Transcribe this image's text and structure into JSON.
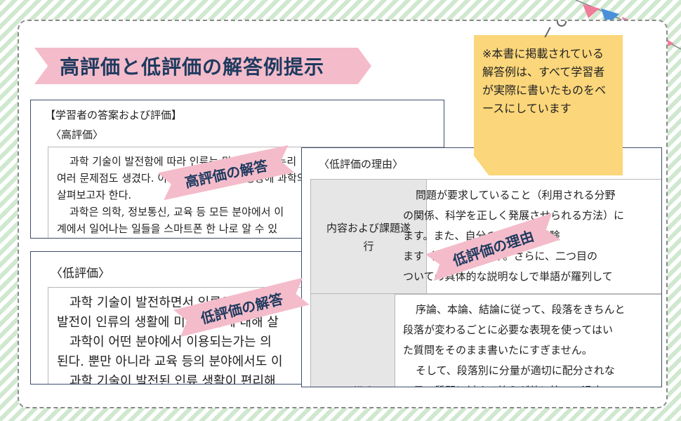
{
  "title": "高評価と低評価の解答例提示",
  "sample_card": {
    "header": "【学習者の答案および評価】",
    "label": "〈高評価〉",
    "lines": [
      "과학 기술이 발전함에 따라 인류는 많은 혜택을 누리",
      "여러 문제점도 생겼다. 이 글에서는 과학의 영향에 과학의",
      "살펴보고자 한다.",
      "과학은 의학, 정보통신, 교육 등 모든 분야에서 이",
      "계에서 일어나는 일들을 스마트폰 한 나로 알 수 있"
    ]
  },
  "low_card": {
    "label": "〈低評価〉",
    "lines": [
      "과학 기술이 발전하면서 인류의 생활이 크게",
      "발전이 인류의 생활에 미친 영향에 대해 살",
      "과학이 어떤 분야에서 이용되는가는 의",
      "된다. 뿐만 아니라 교육 등의 분야에서도 이",
      "과학 기술이 발전된 인류 생활이 편리해"
    ]
  },
  "reason_card": {
    "label": "〈低評価の理由〉",
    "rows": [
      {
        "category": "内容および課題遂行",
        "lines": [
          "問題が要求していること（利用される分野",
          "の関係、科学を正しく発展させられる方法）に",
          "ます。また、自分の個人的な経験",
          "ます（書かれた部分）。さらに、二つ目の",
          "ついての具体的な説明なしで単語が羅列して"
        ]
      },
      {
        "category": "展開構造",
        "lines": [
          "序論、本論、結論に従って、段落をきちんと",
          "段落が変わるごとに必要な表現を使ってはい",
          "た質問をそのまま書いたにすぎません。",
          "そして、段落別に分量が適切に配分されな",
          "つ目の質問に対する答えが他に比べて過度"
        ]
      }
    ]
  },
  "ribbons": {
    "high": "高評価の解答",
    "low": "低評価の解答",
    "reason": "低評価の理由"
  },
  "note": {
    "text": "※本書に掲載されている解答例は、すべて学習者が実際に書いたものをベースにしています"
  },
  "colors": {
    "accent_pink": "#f4bcca",
    "navy": "#1e3a5f",
    "note_yellow": "#fbd67a",
    "stripe_green": "#cfe8cf",
    "bunting_blue": "#4a90d9",
    "bunting_pink": "#f07c9a"
  }
}
